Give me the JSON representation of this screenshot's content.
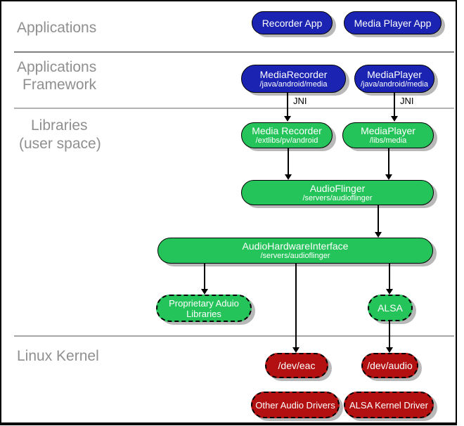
{
  "sections": {
    "applications": {
      "label": "Applications"
    },
    "framework": {
      "line1": "Applications",
      "line2": "Framework"
    },
    "libraries": {
      "line1": "Libraries",
      "line2": "(user space)"
    },
    "kernel": {
      "label": "Linux Kernel"
    }
  },
  "connectors": {
    "jni_label": "JNI"
  },
  "nodes": {
    "recorder_app": {
      "title": "Recorder App"
    },
    "media_player_app": {
      "title": "Media Player App"
    },
    "media_recorder_framework": {
      "title": "MediaRecorder",
      "path": "/java/android/media"
    },
    "media_player_framework": {
      "title": "MediaPlayer",
      "path": "/java/android/media"
    },
    "media_recorder_lib": {
      "title": "Media Recorder",
      "path": "/extlibs/pv/android"
    },
    "media_player_lib": {
      "title": "MediaPlayer",
      "path": "/libs/media"
    },
    "audio_flinger": {
      "title": "AudioFlinger",
      "path": "/servers/audioflinger"
    },
    "audio_hardware_interface": {
      "title": "AudioHardwareInterface",
      "path": "/servers/audioflinger"
    },
    "proprietary_audio_libraries": {
      "title": "Proprietary Aduio Libraries"
    },
    "alsa": {
      "title": "ALSA"
    },
    "dev_eac": {
      "title": "/dev/eac"
    },
    "dev_audio": {
      "title": "/dev/audio"
    },
    "other_audio_drivers": {
      "title": "Other Audio Drivers"
    },
    "alsa_kernel_driver": {
      "title": "ALSA Kernel Driver"
    }
  },
  "colors": {
    "framework_blue": "#1A23B2",
    "userspace_green": "#25C45A",
    "kernel_red": "#B31111",
    "shadow_gray": "#B8B8B8",
    "section_label_gray": "#8F8F8F",
    "divider_gray": "#808080"
  }
}
